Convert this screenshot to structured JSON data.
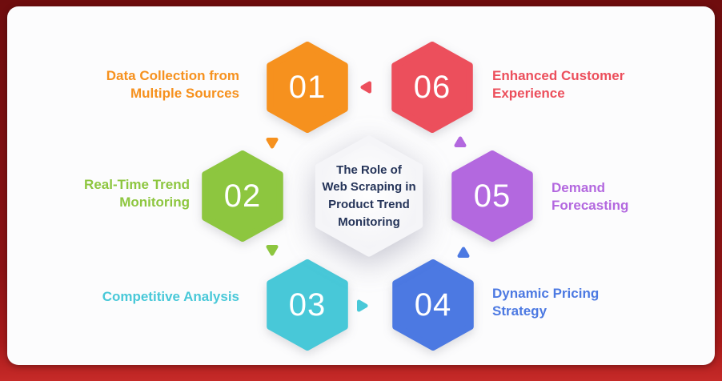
{
  "frame": {
    "outer_background": "#8C1315",
    "card_background": "#FCFCFD"
  },
  "center": {
    "title": "The Role of Web Scraping in Product Trend Monitoring",
    "lines": [
      "The Role of",
      "Web Scraping in",
      "Product Trend",
      "Monitoring"
    ],
    "text_color": "#253459",
    "fill": "#FFFFFF",
    "edge_fill": "#F1F1F5"
  },
  "items": [
    {
      "number": "01",
      "label": "Data Collection from Multiple Sources",
      "color": "#F6911E",
      "position": "top-left"
    },
    {
      "number": "02",
      "label": "Real-Time Trend Monitoring",
      "color": "#8DC63F",
      "position": "middle-left"
    },
    {
      "number": "03",
      "label": "Competitive Analysis",
      "color": "#48C8D8",
      "position": "bottom-left"
    },
    {
      "number": "04",
      "label": "Dynamic Pricing Strategy",
      "color": "#4C79E2",
      "position": "bottom-right"
    },
    {
      "number": "05",
      "label": "Demand Forecasting",
      "color": "#B368DF",
      "position": "middle-right"
    },
    {
      "number": "06",
      "label": "Enhanced Customer Experience",
      "color": "#EC4F5C",
      "position": "top-right"
    }
  ],
  "arrows": [
    {
      "between": "06-01",
      "direction": "left",
      "color": "#EC4F5C"
    },
    {
      "between": "01-02",
      "direction": "down",
      "color": "#F6911E"
    },
    {
      "between": "02-03",
      "direction": "down",
      "color": "#8DC63F"
    },
    {
      "between": "03-04",
      "direction": "right",
      "color": "#48C8D8"
    },
    {
      "between": "04-05",
      "direction": "up",
      "color": "#4C79E2"
    },
    {
      "between": "05-06",
      "direction": "up",
      "color": "#B368DF"
    }
  ]
}
